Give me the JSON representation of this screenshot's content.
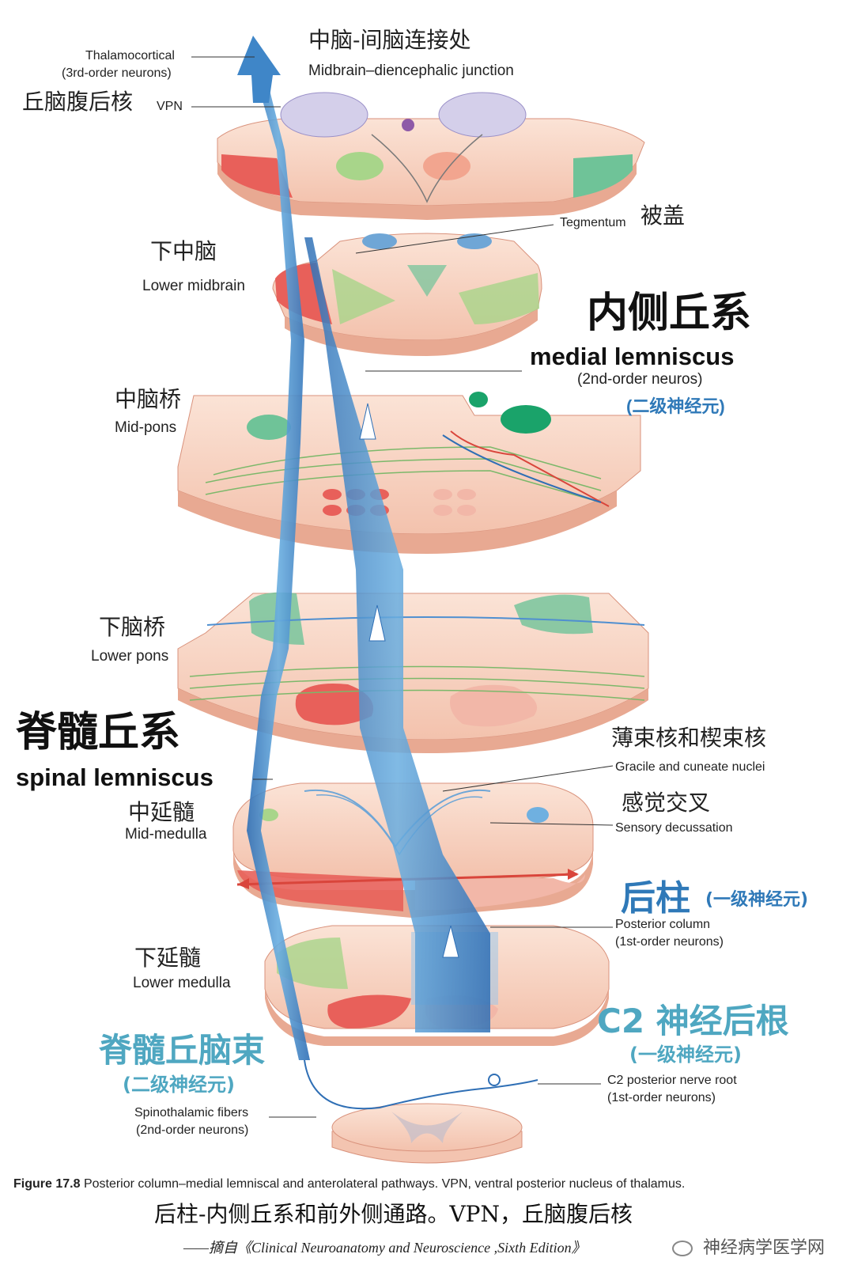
{
  "labels": {
    "thalamocortical": "Thalamocortical",
    "thalamocortical_sub": "(3rd-order neurons)",
    "junction_zh": "中脑-间脑连接处",
    "junction_en": "Midbrain–diencephalic junction",
    "vpn_zh": "丘脑腹后核",
    "vpn_en": "VPN",
    "tegmentum_en": "Tegmentum",
    "tegmentum_zh": "被盖",
    "lower_midbrain_zh": "下中脑",
    "lower_midbrain_en": "Lower midbrain",
    "medial_lemniscus_zh": "内侧丘系",
    "medial_lemniscus_en": "medial lemniscus",
    "medial_lemniscus_sub_en": "(2nd-order neuros)",
    "medial_lemniscus_sub_zh": "(二级神经元)",
    "mid_pons_zh": "中脑桥",
    "mid_pons_en": "Mid-pons",
    "lower_pons_zh": "下脑桥",
    "lower_pons_en": "Lower pons",
    "spinal_lemniscus_zh": "脊髓丘系",
    "spinal_lemniscus_en": "spinal lemniscus",
    "gracile_zh": "薄束核和楔束核",
    "gracile_en": "Gracile and cuneate nuclei",
    "mid_medulla_zh": "中延髓",
    "mid_medulla_en": "Mid-medulla",
    "sensory_decussation_zh": "感觉交叉",
    "sensory_decussation_en": "Sensory decussation",
    "posterior_column_zh": "后柱",
    "posterior_column_sub_zh": "(一级神经元)",
    "posterior_column_en": "Posterior column",
    "posterior_column_sub_en": "(1st-order neurons)",
    "lower_medulla_zh": "下延髓",
    "lower_medulla_en": "Lower medulla",
    "c2_root_zh": "C2 神经后根",
    "c2_root_sub_zh": "(一级神经元)",
    "c2_root_en": "C2 posterior nerve root",
    "c2_root_sub_en": "(1st-order neurons)",
    "spinothalamic_zh": "脊髓丘脑束",
    "spinothalamic_sub_zh": "(二级神经元)",
    "spinothalamic_en": "Spinothalamic fibers",
    "spinothalamic_sub_en": "(2nd-order neurons)"
  },
  "caption": {
    "figure_no": "Figure 17.8",
    "text": "Posterior column–medial lemniscal and anterolateral pathways. VPN, ventral posterior nucleus of thalamus.",
    "zh": "后柱-内侧丘系和前外侧通路。VPN，丘脑腹后核",
    "source": "——摘自《Clinical Neuroanatomy and Neuroscience ,Sixth Edition》",
    "watermark": "神经病学医学网"
  },
  "colors": {
    "slab_fill": "#f7d3c2",
    "slab_edge": "#e8a992",
    "red_region": "#e8605a",
    "green_region": "#a8d58a",
    "tract_blue": "#3f86c8",
    "tract_light": "#8ec3e8",
    "teal_text": "#4fa7c1",
    "blue_text": "#2f79b8"
  }
}
